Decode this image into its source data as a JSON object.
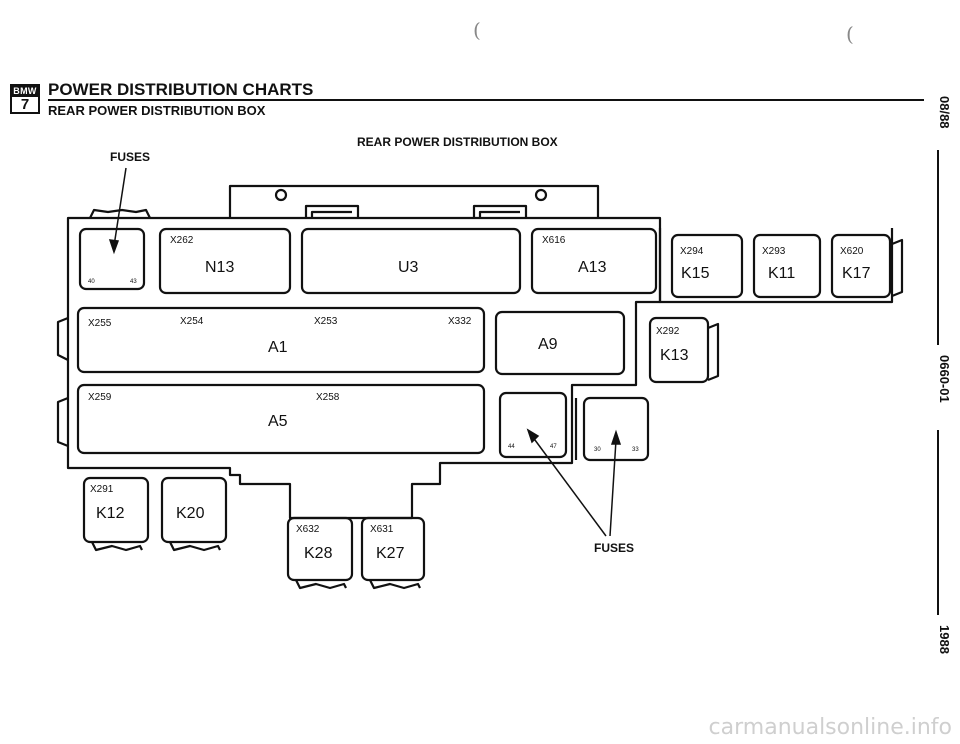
{
  "header": {
    "logo_brand": "BMW",
    "logo_series": "7",
    "title": "POWER DISTRIBUTION CHARTS",
    "subtitle": "REAR POWER DISTRIBUTION BOX"
  },
  "margin": {
    "page_code": "08/88",
    "doc_code": "0660-01",
    "year": "1988"
  },
  "diagram": {
    "title": "REAR POWER DISTRIBUTION BOX",
    "fuses_top_label": "FUSES",
    "fuses_bottom_label": "FUSES",
    "fuse_numbers": {
      "left_a": "40",
      "left_b": "43",
      "mid_a": "44",
      "mid_b": "47",
      "right_a": "30",
      "right_b": "33"
    },
    "modules": {
      "n13": {
        "connector": "X262",
        "label": "N13"
      },
      "u3": {
        "label": "U3"
      },
      "a13": {
        "connector": "X616",
        "label": "A13"
      },
      "a1": {
        "connectors": [
          "X255",
          "X254",
          "X253",
          "X332"
        ],
        "label": "A1"
      },
      "a9": {
        "label": "A9"
      },
      "a5": {
        "connectors": [
          "X259",
          "X258"
        ],
        "label": "A5"
      }
    },
    "relays": {
      "k15": {
        "connector": "X294",
        "label": "K15"
      },
      "k11": {
        "connector": "X293",
        "label": "K11"
      },
      "k17": {
        "connector": "X620",
        "label": "K17"
      },
      "k13": {
        "connector": "X292",
        "label": "K13"
      },
      "k12": {
        "connector": "X291",
        "label": "K12"
      },
      "k20": {
        "label": "K20"
      },
      "k28": {
        "connector": "X632",
        "label": "K28"
      },
      "k27": {
        "connector": "X631",
        "label": "K27"
      }
    }
  },
  "stray_marks": [
    "(",
    "("
  ],
  "watermark": "carmanualsonline.info"
}
